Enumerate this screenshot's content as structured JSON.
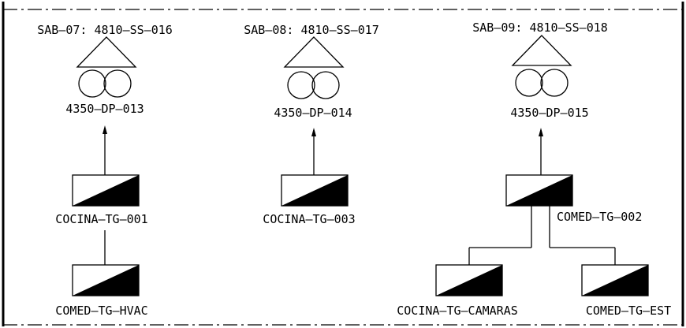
{
  "substations": [
    {
      "id": "sab07",
      "header": "SAB–07: 4810–SS–016",
      "panel": "4350–DP–013",
      "boards": [
        "COCINA–TG–001",
        "COMED–TG–HVAC"
      ]
    },
    {
      "id": "sab08",
      "header": "SAB–08: 4810–SS–017",
      "panel": "4350–DP–014",
      "boards": [
        "COCINA–TG–003"
      ]
    },
    {
      "id": "sab09",
      "header": "SAB–09: 4810–SS–018",
      "panel": "4350–DP–015",
      "boards": [
        "COMED–TG–002",
        "COCINA–TG–CAMARAS",
        "COMED–TG–EST"
      ]
    }
  ],
  "colors": {
    "line": "#000000",
    "background": "#ffffff"
  }
}
